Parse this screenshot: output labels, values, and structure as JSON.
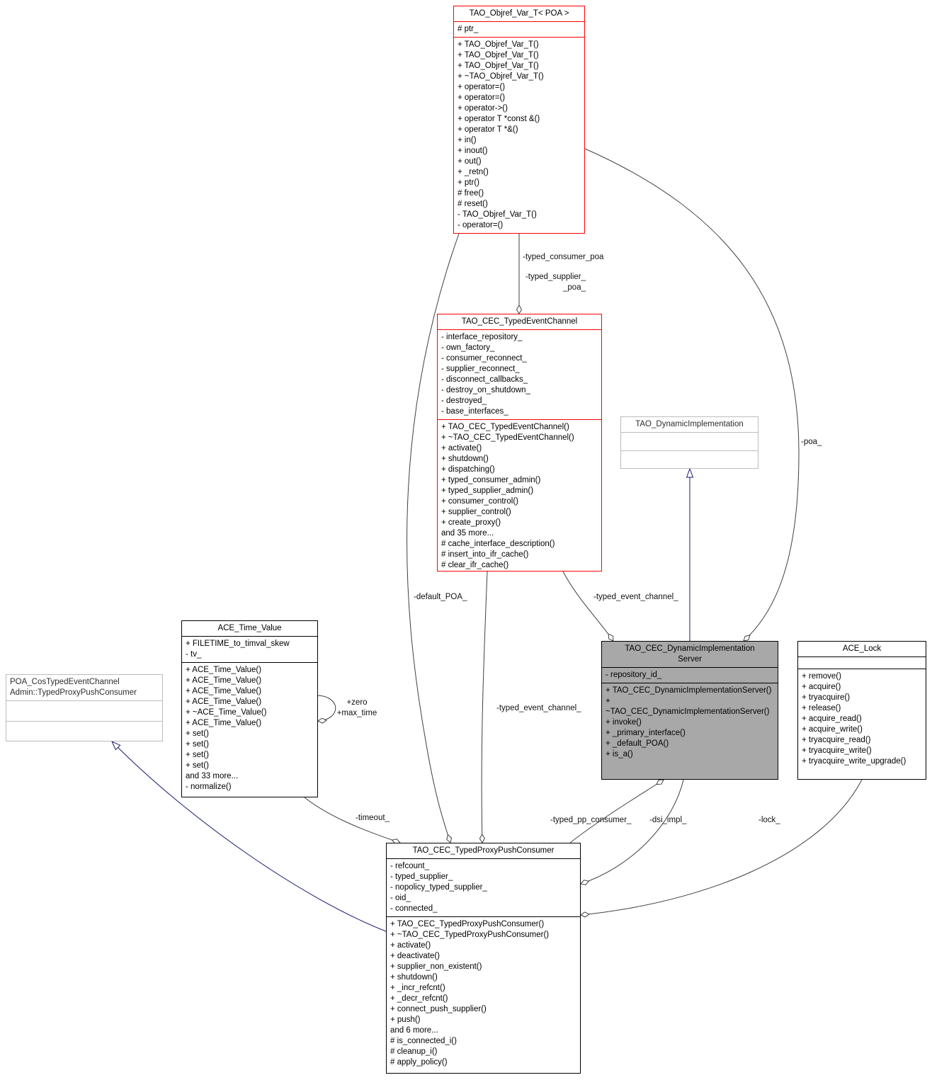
{
  "classes": {
    "objref_var": {
      "title": "TAO_Objref_Var_T< POA >",
      "attributes": [
        "# ptr_"
      ],
      "methods": [
        "+ TAO_Objref_Var_T()",
        "+ TAO_Objref_Var_T()",
        "+ TAO_Objref_Var_T()",
        "+ ~TAO_Objref_Var_T()",
        "+ operator=()",
        "+ operator=()",
        "+ operator->()",
        "+ operator T *const &()",
        "+ operator T *&()",
        "+ in()",
        "+ inout()",
        "+ out()",
        "+ _retn()",
        "+ ptr()",
        "# free()",
        "# reset()",
        "- TAO_Objref_Var_T()",
        "- operator=()"
      ]
    },
    "typed_event_channel": {
      "title": "TAO_CEC_TypedEventChannel",
      "attributes": [
        "- interface_repository_",
        "- own_factory_",
        "- consumer_reconnect_",
        "- supplier_reconnect_",
        "- disconnect_callbacks_",
        "- destroy_on_shutdown_",
        "- destroyed_",
        "- base_interfaces_"
      ],
      "methods": [
        "+ TAO_CEC_TypedEventChannel()",
        "+ ~TAO_CEC_TypedEventChannel()",
        "+ activate()",
        "+ shutdown()",
        "+ dispatching()",
        "+ typed_consumer_admin()",
        "+ typed_supplier_admin()",
        "+ consumer_control()",
        "+ supplier_control()",
        "+ create_proxy()",
        "and 35 more...",
        "# cache_interface_description()",
        "# insert_into_ifr_cache()",
        "# clear_ifr_cache()"
      ]
    },
    "dynamic_implementation": {
      "title": "TAO_DynamicImplementation",
      "attributes": [],
      "methods": []
    },
    "ace_time_value": {
      "title": "ACE_Time_Value",
      "attributes": [
        "+ FILETIME_to_timval_skew",
        "- tv_"
      ],
      "methods": [
        "+ ACE_Time_Value()",
        "+ ACE_Time_Value()",
        "+ ACE_Time_Value()",
        "+ ACE_Time_Value()",
        "+ ~ACE_Time_Value()",
        "+ ACE_Time_Value()",
        "+ set()",
        "+ set()",
        "+ set()",
        "+ set()",
        "and 33 more...",
        "- normalize()"
      ]
    },
    "poa_consumer": {
      "title": "POA_CosTypedEventChannel\nAdmin::TypedProxyPushConsumer",
      "attributes": [],
      "methods": []
    },
    "dsi_server": {
      "title": "TAO_CEC_DynamicImplementation\nServer",
      "attributes": [
        "- repository_id_"
      ],
      "methods": [
        "+ TAO_CEC_DynamicImplementationServer()",
        "+ ~TAO_CEC_DynamicImplementationServer()",
        "+ invoke()",
        "+ _primary_interface()",
        "+ _default_POA()",
        "+ is_a()"
      ]
    },
    "ace_lock": {
      "title": "ACE_Lock",
      "attributes": [],
      "methods": [
        "+ remove()",
        "+ acquire()",
        "+ tryacquire()",
        "+ release()",
        "+ acquire_read()",
        "+ acquire_write()",
        "+ tryacquire_read()",
        "+ tryacquire_write()",
        "+ tryacquire_write_upgrade()"
      ]
    },
    "typed_proxy_push_consumer": {
      "title": "TAO_CEC_TypedProxyPushConsumer",
      "attributes": [
        "- refcount_",
        "- typed_supplier_",
        "- nopolicy_typed_supplier_",
        "- oid_",
        "- connected_"
      ],
      "methods": [
        "+ TAO_CEC_TypedProxyPushConsumer()",
        "+ ~TAO_CEC_TypedProxyPushConsumer()",
        "+ activate()",
        "+ deactivate()",
        "+ supplier_non_existent()",
        "+ shutdown()",
        "+ _incr_refcnt()",
        "+ _decr_refcnt()",
        "+ connect_push_supplier()",
        "+ push()",
        "and 6 more...",
        "# is_connected_i()",
        "# cleanup_i()",
        "# apply_policy()"
      ]
    }
  },
  "edge_labels": {
    "typed_consumer_poa": "-typed_consumer_poa",
    "typed_supplier_poa": "-typed_supplier_\n_poa_",
    "poa": "-poa_",
    "default_poa": "-default_POA_",
    "typed_event_channel_server": "-typed_event_channel_",
    "typed_event_channel_consumer": "-typed_event_channel_",
    "zero_max_time": "+zero\n+max_time",
    "timeout": "-timeout_",
    "typed_pp_consumer": "-typed_pp_consumer_",
    "dsi_impl": "-dsi_impl_",
    "lock": "-lock_"
  },
  "colors": {
    "node_border_default": "#000000",
    "node_border_red": "#ff0000",
    "node_border_external": "#bcbcbc",
    "node_fill": "#ffffff",
    "node_fill_selected": "#a8a8a8",
    "edge": "#404040",
    "inheritance_edge": "#191970"
  }
}
